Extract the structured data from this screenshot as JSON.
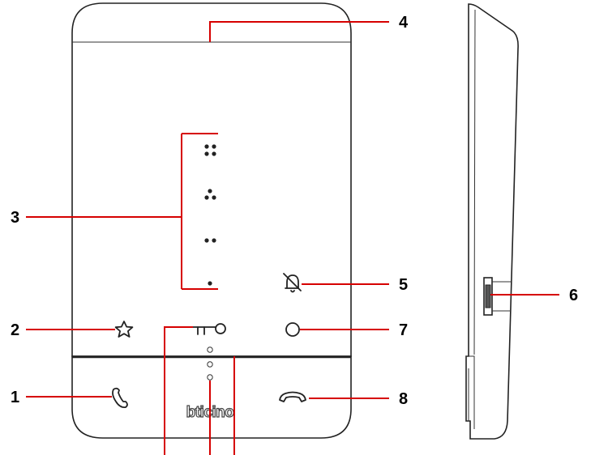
{
  "callouts": [
    {
      "number": "1",
      "target": "handset-call-button"
    },
    {
      "number": "2",
      "target": "favourite-button"
    },
    {
      "number": "3",
      "target": "volume-level-indicators"
    },
    {
      "number": "4",
      "target": "top-edge-panel"
    },
    {
      "number": "5",
      "target": "bell-exclusion-button"
    },
    {
      "number": "6",
      "target": "side-slider"
    },
    {
      "number": "7",
      "target": "ring-button"
    },
    {
      "number": "8",
      "target": "end-call-button"
    }
  ],
  "brand": {
    "logo_text": "bticino"
  },
  "colors": {
    "leader": "#d60000",
    "outline": "#222222",
    "background": "#ffffff"
  }
}
